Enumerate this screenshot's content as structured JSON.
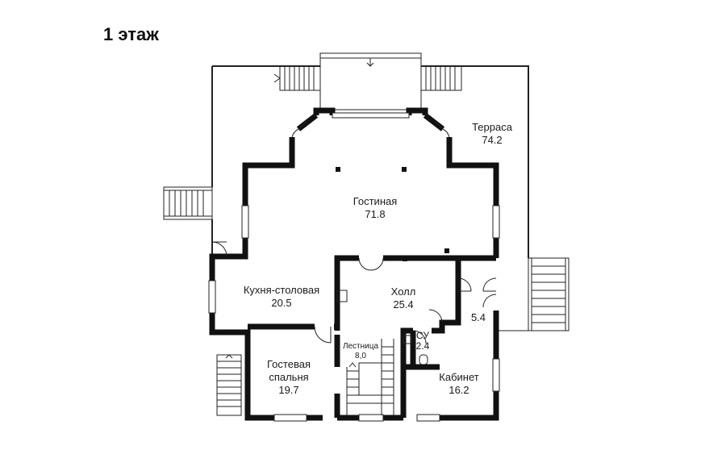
{
  "floor_title": "1 этаж",
  "rooms": {
    "terrace": {
      "name": "Терраса",
      "area": "74.2"
    },
    "living": {
      "name": "Гостиная",
      "area": "71.8"
    },
    "kitchen": {
      "name": "Кухня-столовая",
      "area": "20.5"
    },
    "hall": {
      "name": "Холл",
      "area": "25.4"
    },
    "closet": {
      "name": "",
      "area": "5.4"
    },
    "stair": {
      "name": "Лестница",
      "area": "8,0"
    },
    "wc": {
      "name": "СУ",
      "area": "2.4"
    },
    "guest": {
      "name_line1": "Гостевая",
      "name_line2": "спальня",
      "area": "19.7"
    },
    "office": {
      "name": "Кабинет",
      "area": "16.2"
    }
  },
  "colors": {
    "wall": "#111111",
    "line": "#222222",
    "background": "#ffffff"
  }
}
